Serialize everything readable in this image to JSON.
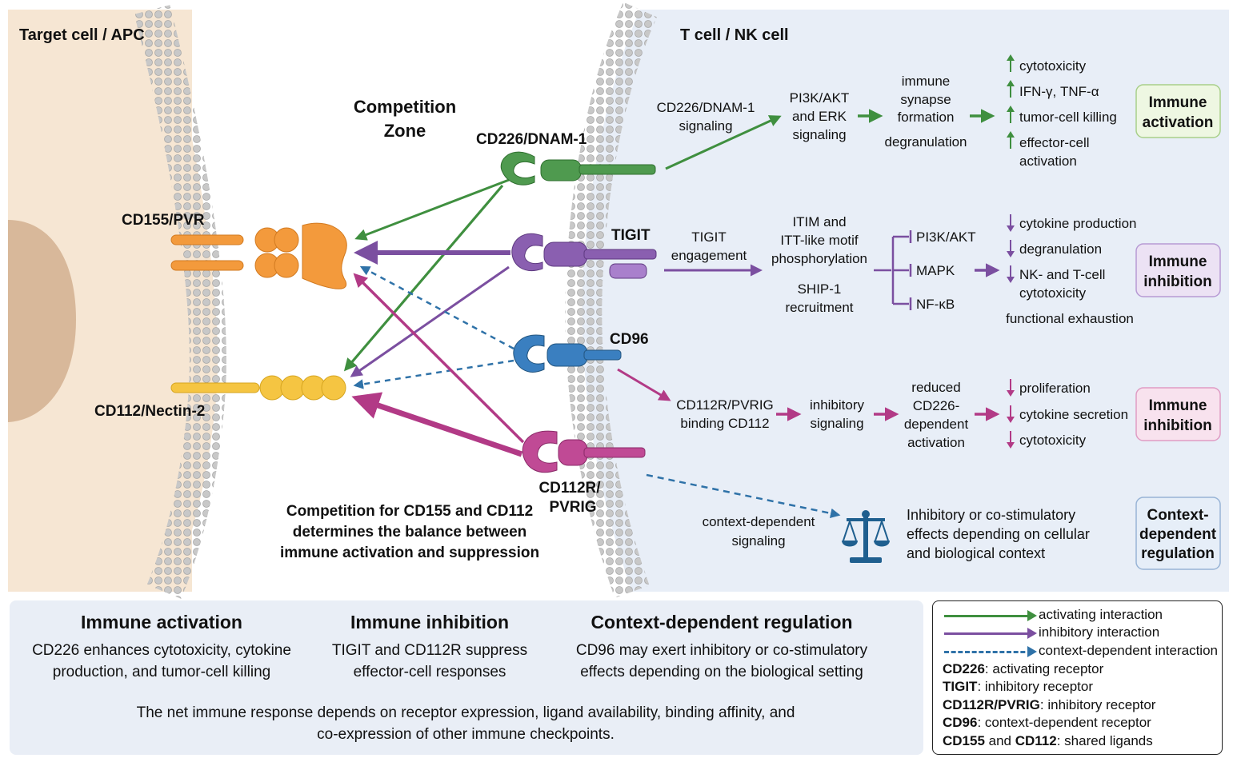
{
  "regions": {
    "target_cell": "Target cell / APC",
    "effector_cell": "T cell / NK cell",
    "competition_zone": [
      "Competition",
      "Zone"
    ]
  },
  "ligands": {
    "cd155": "CD155/PVR",
    "cd112": "CD112/Nectin-2"
  },
  "receptors": {
    "cd226": "CD226/DNAM-1",
    "tigit": "TIGIT",
    "cd96": "CD96",
    "cd112r": [
      "CD112R/",
      "PVRIG"
    ]
  },
  "competition_note": [
    "Competition for CD155 and CD112",
    "determines the balance between",
    "immune activation and suppression"
  ],
  "pathways": {
    "activation": {
      "step1": [
        "CD226/DNAM-1",
        "signaling"
      ],
      "step2": [
        "PI3K/AKT",
        "and ERK",
        "signaling"
      ],
      "step3": [
        "immune",
        "synapse",
        "formation",
        "degranulation"
      ],
      "outcomes": [
        "cytotoxicity",
        "IFN-γ, TNF-α",
        "tumor-cell killing",
        "effector-cell",
        "activation"
      ],
      "badge": [
        "Immune",
        "activation"
      ],
      "color": "#3f8f3f"
    },
    "tigit": {
      "step1": [
        "TIGIT",
        "engagement"
      ],
      "step2": [
        "ITIM and",
        "ITT-like motif",
        "phosphorylation",
        "SHIP-1",
        "recruitment"
      ],
      "branches": [
        "PI3K/AKT",
        "MAPK",
        "NF-κB"
      ],
      "outcomes": [
        "cytokine production",
        "degranulation",
        "NK- and T-cell",
        "cytotoxicity",
        "functional exhaustion"
      ],
      "badge": [
        "Immune",
        "inhibition"
      ],
      "color": "#7b4fa0"
    },
    "cd112r": {
      "step1": [
        "CD112R/PVRIG",
        "binding CD112"
      ],
      "step2": [
        "inhibitory",
        "signaling"
      ],
      "step3": [
        "reduced",
        "CD226-",
        "dependent",
        "activation"
      ],
      "outcomes": [
        "proliferation",
        "cytokine secretion",
        "cytotoxicity"
      ],
      "badge": [
        "Immune",
        "inhibition"
      ],
      "color": "#b23a86"
    },
    "cd96": {
      "step1": [
        "context-dependent",
        "signaling"
      ],
      "effect": [
        "Inhibitory or co-stimulatory",
        "effects depending on cellular",
        "and biological context"
      ],
      "badge": [
        "Context-",
        "dependent",
        "regulation"
      ],
      "color": "#2f72a8"
    }
  },
  "summary": {
    "activation": {
      "heading": "Immune activation",
      "text": [
        "CD226 enhances cytotoxicity, cytokine",
        "production, and tumor-cell killing"
      ]
    },
    "inhibition": {
      "heading": "Immune inhibition",
      "text": [
        "TIGIT and CD112R suppress",
        "effector-cell responses"
      ]
    },
    "context": {
      "heading": "Context-dependent regulation",
      "text": [
        "CD96 may exert inhibitory or co-stimulatory",
        "effects depending on the biological setting"
      ]
    },
    "net": [
      "The net immune response depends on receptor expression, ligand availability, binding affinity, and",
      "co-expression of other immune checkpoints."
    ]
  },
  "legend": {
    "activating": "activating interaction",
    "inhibitory": "inhibitory interaction",
    "context": "context-dependent interaction",
    "defs": [
      {
        "term": "CD226",
        "desc": ": activating receptor"
      },
      {
        "term": "TIGIT",
        "desc": ": inhibitory receptor"
      },
      {
        "term": "CD112R/PVRIG",
        "desc": ": inhibitory receptor"
      },
      {
        "term": "CD96",
        "desc": ": context-dependent receptor"
      },
      {
        "term": "CD155",
        "mid": " and ",
        "term2": "CD112",
        "desc": ": shared ligands"
      }
    ]
  },
  "colors": {
    "green": "#3f8f3f",
    "purple": "#7b4fa0",
    "magenta": "#b23a86",
    "blue": "#2f72a8",
    "orange": "#f39a3c",
    "yellow": "#f5c542",
    "target_bg": "#f6e6d3",
    "effector_bg": "#e8eef7"
  }
}
